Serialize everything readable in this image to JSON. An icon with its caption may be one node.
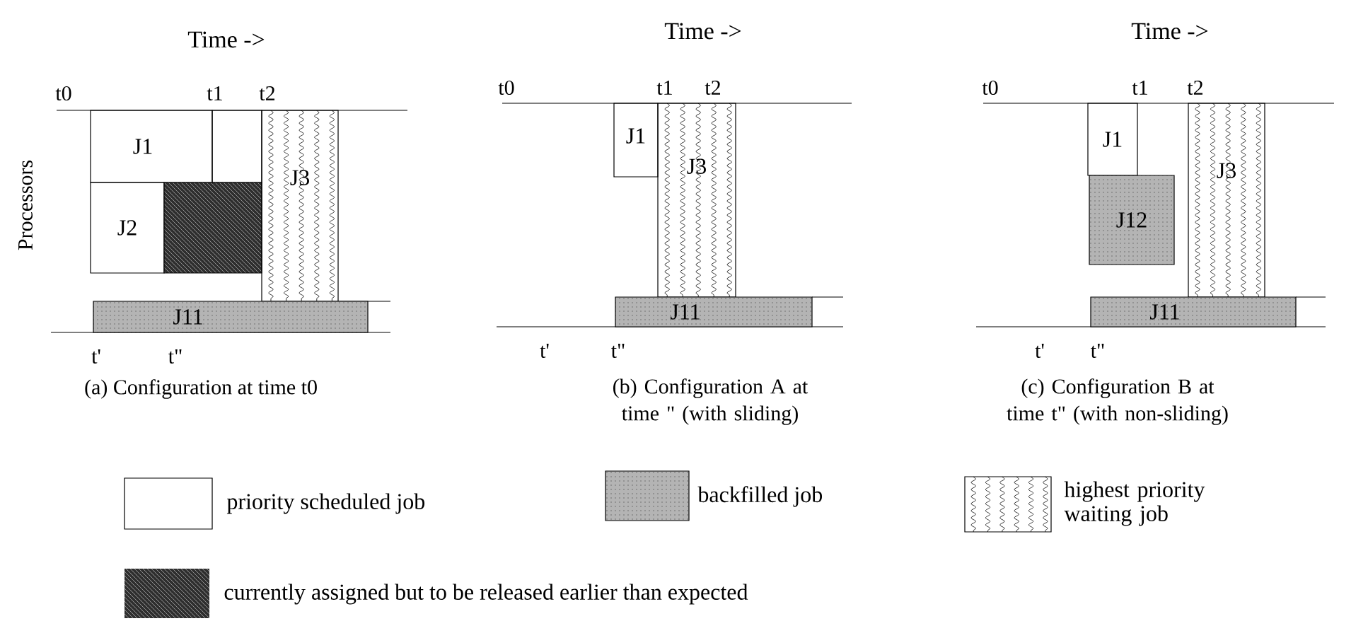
{
  "diagram": {
    "nodes": [
      {
        "text": [
          "J1"
        ]
      },
      {
        "text": [],
        "shape": "box"
      },
      {
        "text": [
          "J2"
        ]
      },
      {
        "text": [],
        "shape": "box"
      },
      {
        "text": [
          "J3"
        ]
      },
      {
        "text": [
          "J11"
        ]
      },
      {
        "text": [
          "J1"
        ]
      },
      {
        "text": [
          "J3"
        ]
      },
      {
        "text": [
          "J11"
        ]
      },
      {
        "text": [
          "J1"
        ]
      },
      {
        "text": [
          "J12"
        ]
      },
      {
        "text": [
          "J3"
        ]
      },
      {
        "text": [
          "J11"
        ]
      }
    ],
    "labels": [
      "Time ->",
      "Time ->",
      "Time ->",
      "t0",
      "t1",
      "t2",
      "t0",
      "t1",
      "t2",
      "t0",
      "t1",
      "t2",
      "Processors",
      "t'",
      "t\"",
      "t'",
      "t\"",
      "t'",
      "t\"",
      "(a) Configuration at time t0",
      "(b) Configuration A at time \" (with sliding)",
      "(c) Configuration B at time t\" (with non-sliding)"
    ],
    "legend": [
      {
        "text": "priority scheduled job"
      },
      {
        "text": "backfilled job",
        "color": "#b4b4b4"
      },
      {
        "text": "highest priority waiting job"
      },
      {
        "text": "currently assigned but to be released earlier than expected",
        "color": "#2e2e2e"
      }
    ]
  }
}
